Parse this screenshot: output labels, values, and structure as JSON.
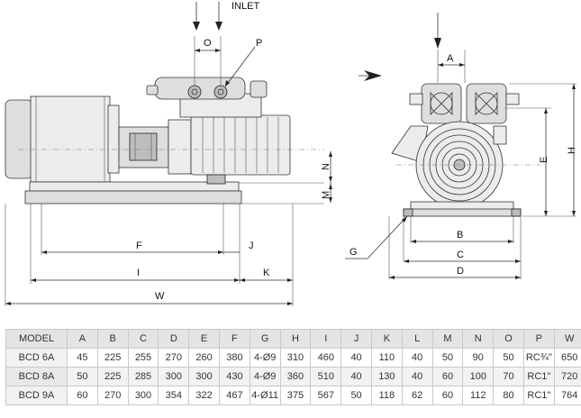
{
  "labels": {
    "inlet": "INLET",
    "O": "O",
    "P": "P",
    "A": "A",
    "N": "N",
    "M": "M",
    "F": "F",
    "J": "J",
    "I": "I",
    "K": "K",
    "W": "W",
    "G": "G",
    "B": "B",
    "C": "C",
    "D": "D",
    "E": "E",
    "H": "H"
  },
  "table": {
    "headers": [
      "MODEL",
      "A",
      "B",
      "C",
      "D",
      "E",
      "F",
      "G",
      "H",
      "I",
      "J",
      "K",
      "L",
      "M",
      "N",
      "O",
      "P",
      "W"
    ],
    "rows": [
      [
        "BCD 6A",
        "45",
        "225",
        "255",
        "270",
        "260",
        "380",
        "4-Ø9",
        "310",
        "460",
        "40",
        "110",
        "40",
        "50",
        "90",
        "50",
        "RC¾\"",
        "650"
      ],
      [
        "BCD 8A",
        "50",
        "225",
        "285",
        "300",
        "300",
        "430",
        "4-Ø9",
        "360",
        "510",
        "40",
        "130",
        "40",
        "60",
        "100",
        "70",
        "RC1\"",
        "720"
      ],
      [
        "BCD 9A",
        "60",
        "270",
        "300",
        "354",
        "322",
        "467",
        "4-Ø11",
        "375",
        "567",
        "50",
        "118",
        "62",
        "60",
        "112",
        "80",
        "RC1\"",
        "764"
      ]
    ]
  }
}
